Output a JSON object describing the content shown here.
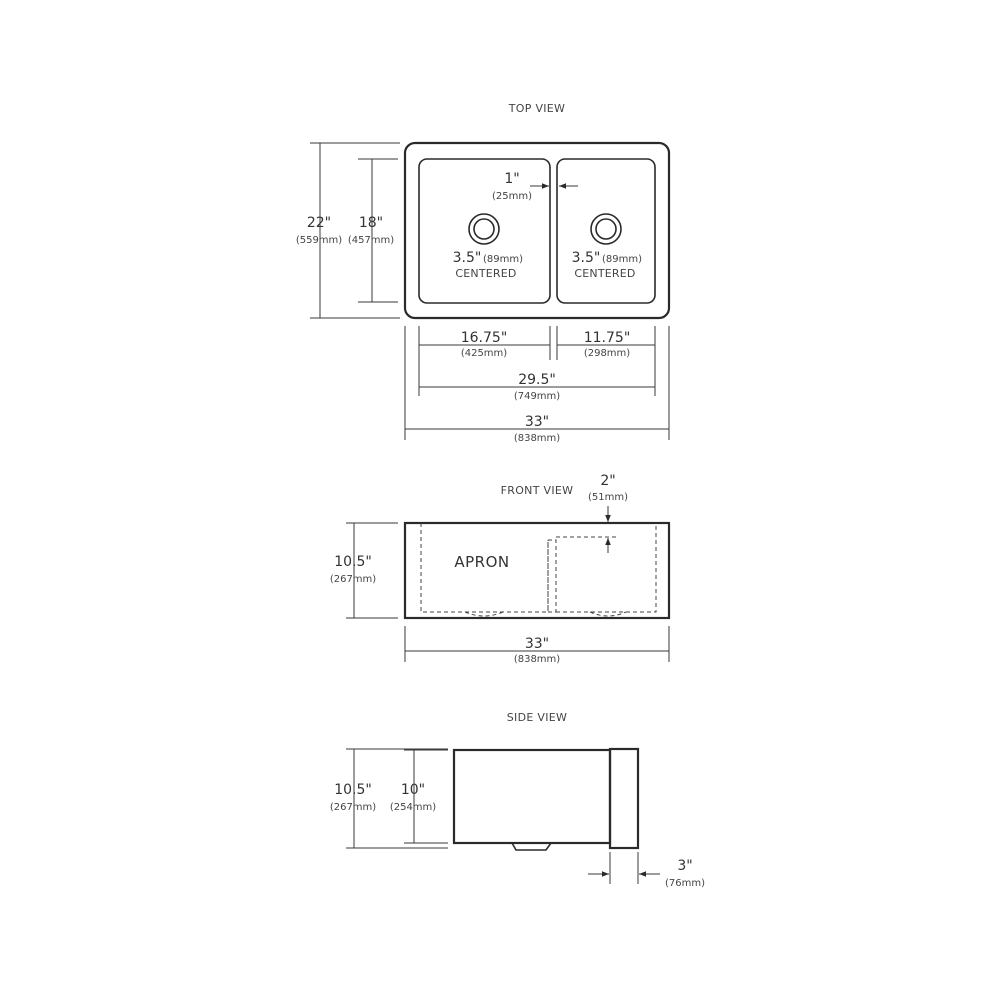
{
  "views": {
    "top": {
      "title": "TOP VIEW",
      "overall_depth": {
        "in": "22\"",
        "mm": "(559mm)"
      },
      "bowl_depth": {
        "in": "18\"",
        "mm": "(457mm)"
      },
      "divider": {
        "in": "1\"",
        "mm": "(25mm)"
      },
      "left_drain": {
        "in": "3.5\"",
        "mm": "(89mm)",
        "note": "CENTERED"
      },
      "right_drain": {
        "in": "3.5\"",
        "mm": "(89mm)",
        "note": "CENTERED"
      },
      "left_bowl_width": {
        "in": "16.75\"",
        "mm": "(425mm)"
      },
      "right_bowl_width": {
        "in": "11.75\"",
        "mm": "(298mm)"
      },
      "inner_width": {
        "in": "29.5\"",
        "mm": "(749mm)"
      },
      "overall_width": {
        "in": "33\"",
        "mm": "(838mm)"
      }
    },
    "front": {
      "title": "FRONT VIEW",
      "apron_label": "APRON",
      "inset": {
        "in": "2\"",
        "mm": "(51mm)"
      },
      "height": {
        "in": "10.5\"",
        "mm": "(267mm)"
      },
      "width": {
        "in": "33\"",
        "mm": "(838mm)"
      }
    },
    "side": {
      "title": "SIDE VIEW",
      "overall_height": {
        "in": "10.5\"",
        "mm": "(267mm)"
      },
      "bowl_height": {
        "in": "10\"",
        "mm": "(254mm)"
      },
      "apron_thickness": {
        "in": "3\"",
        "mm": "(76mm)"
      }
    }
  }
}
